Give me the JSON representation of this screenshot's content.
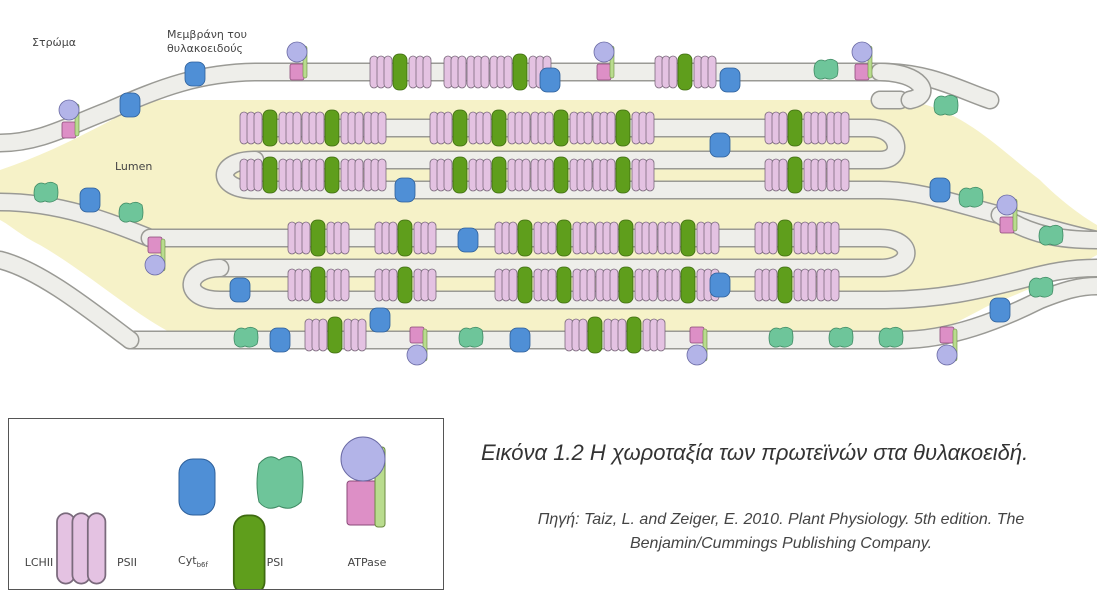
{
  "labels": {
    "stroma": "Στρώμα",
    "membrane_line1": "Μεμβράνη του",
    "membrane_line2": "θυλακοειδούς",
    "lumen": "Lumen"
  },
  "legend": {
    "lchii": "LCHII",
    "psii": "PSII",
    "cyt_main": "Cyt",
    "cyt_sub": "b6f",
    "psi": "PSI",
    "atpase": "ATPase"
  },
  "caption": {
    "title": "Εικόνα 1.2  Η χωροταξία των πρωτεϊνών στα θυλακοειδή.",
    "source": "Πηγή: Taiz, L. and Zeiger, E. 2010. Plant Physiology. 5th edition. The Benjamin/Cummings Publishing Company."
  },
  "colors": {
    "lhcii": "#e4c2e2",
    "psii": "#5f9e1c",
    "cyt": "#4f8fd6",
    "psi": "#6ec59a",
    "atp_head": "#b3b4e8",
    "atp_base": "#dd8fc6",
    "atp_stalk": "#b9dc8e",
    "lumen": "#f6f2c8",
    "membrane": "#eeeeea"
  }
}
